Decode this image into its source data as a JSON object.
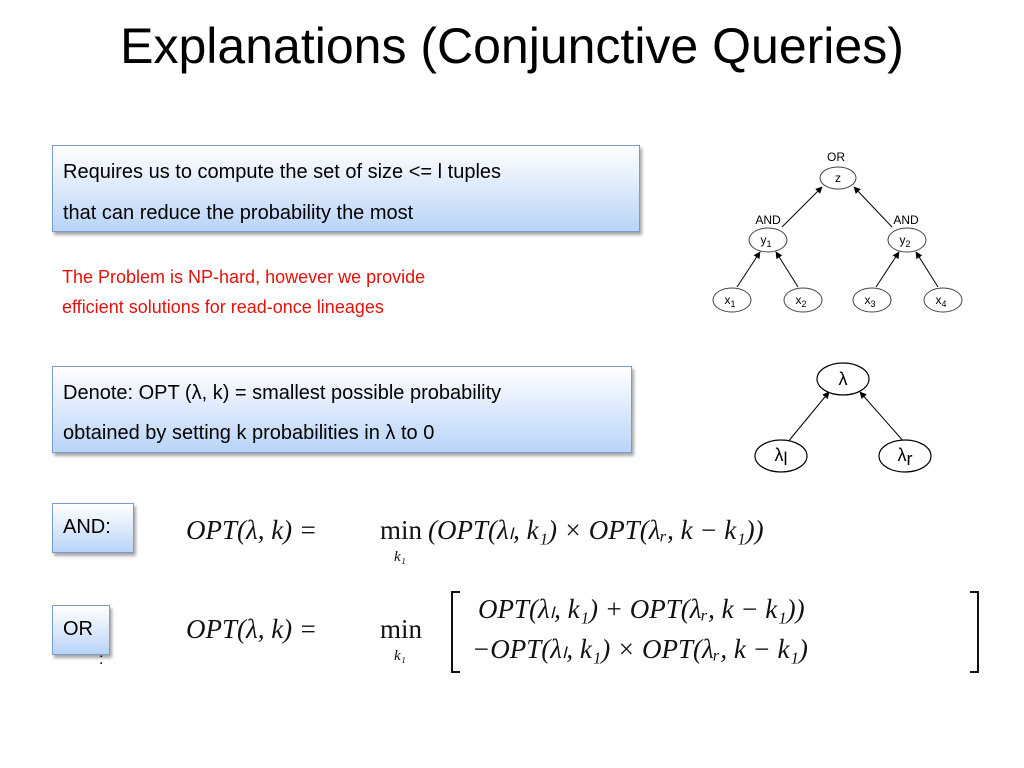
{
  "slide": {
    "title": "Explanations (Conjunctive Queries)",
    "box1_line1": "Requires us to compute the set of size <= l tuples",
    "box1_line2": "that can reduce the probability the most",
    "red_line1": "The Problem is NP-hard, however we provide",
    "red_line2": "efficient solutions for read-once lineages",
    "box2_line1": "Denote: OPT (λ, k) = smallest possible probability",
    "box2_line2": "obtained by setting k probabilities in λ to 0",
    "and_label": "AND:",
    "or_label": "OR",
    "or_colon": ":"
  },
  "tree1": {
    "root_op": "OR",
    "root": "z",
    "left_op": "AND",
    "right_op": "AND",
    "y1": "y",
    "y1_sub": "1",
    "y2": "y",
    "y2_sub": "2",
    "x": "x",
    "x1_sub": "1",
    "x2_sub": "2",
    "x3_sub": "3",
    "x4_sub": "4"
  },
  "tree2": {
    "root": "λ",
    "left": "λ",
    "left_sub": "l",
    "right": "λ",
    "right_sub": "r"
  },
  "formulas": {
    "and_lhs": "OPT(λ, k) = ",
    "min": "min",
    "min_sub": "k₁",
    "and_rhs": "(OPT(λₗ, k₁) × OPT(λᵣ, k − k₁))",
    "or_lhs": "OPT(λ, k) = ",
    "or_row1": "OPT(λₗ, k₁) + OPT(λᵣ, k − k₁))",
    "or_row2": "−OPT(λₗ, k₁) × OPT(λᵣ, k − k₁)"
  },
  "colors": {
    "box_top": "#ffffff",
    "box_bottom": "#b9d4f8",
    "red_text": "#e3120b"
  }
}
